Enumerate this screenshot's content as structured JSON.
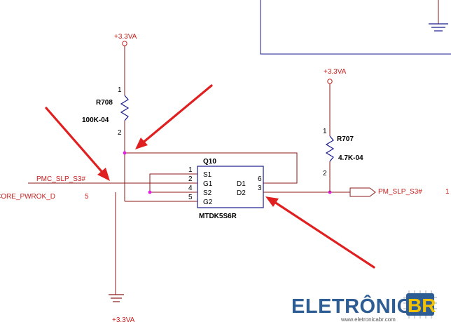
{
  "nets": {
    "power_top_left": "+3.3VA",
    "power_top_right": "+3.3VA",
    "power_bottom": "+3.3VA",
    "input_signal": "PMC_SLP_S3#",
    "input_signal_2": "CORE_PWROK_D",
    "input_signal_2_pin": "5",
    "output_signal": "PM_SLP_S3#",
    "output_signal_tail": "1"
  },
  "resistors": [
    {
      "ref": "R708",
      "value": "100K-04",
      "pin_top": "1",
      "pin_bottom": "2"
    },
    {
      "ref": "R707",
      "value": "4.7K-04",
      "pin_top": "1",
      "pin_bottom": "2"
    }
  ],
  "ic": {
    "ref": "Q10",
    "part": "MTDK5S6R",
    "left_pins": [
      {
        "num": "1",
        "name": "S1"
      },
      {
        "num": "2",
        "name": "G1"
      },
      {
        "num": "4",
        "name": "S2"
      },
      {
        "num": "5",
        "name": "G2"
      }
    ],
    "right_pins": [
      {
        "num": "6",
        "name": "D1"
      },
      {
        "num": "3",
        "name": "D2"
      }
    ]
  },
  "logo": {
    "main": "ELETRÔNICA",
    "suffix": "BR",
    "url": "www.eletronicabr.com"
  },
  "colors": {
    "wire": "#8b1a1a",
    "bus": "#1a1a8c",
    "net_label": "#c81e1e",
    "junction": "#e020e0",
    "arrow": "#e02020",
    "logo_blue": "#2e5d93",
    "logo_yellow": "#f2c200"
  }
}
